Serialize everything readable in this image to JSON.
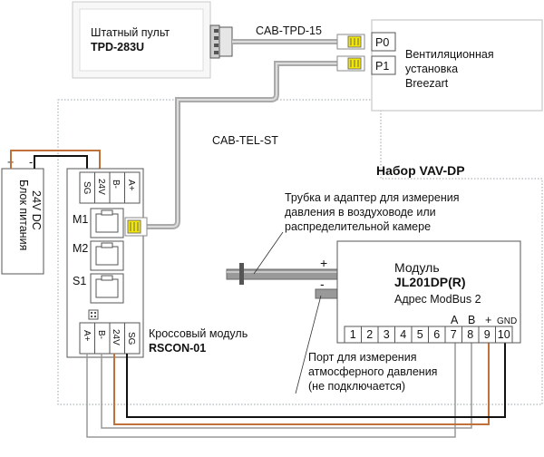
{
  "remote": {
    "line1": "Штатный пульт",
    "line2": "TPD-283U"
  },
  "cable_tpd": "CAB-TPD-15",
  "cable_tel": "CAB-TEL-ST",
  "vent": {
    "line1": "Вентиляционная",
    "line2": "установка",
    "line3": "Breezart",
    "port0": "P0",
    "port1": "P1"
  },
  "psu": {
    "line1": "Блок питания",
    "line2": "24V DC",
    "plus": "+",
    "minus": "-"
  },
  "kit_label": "Набор VAV-DP",
  "rscon": {
    "top_terms": [
      "SG",
      "24V",
      "B-",
      "A+"
    ],
    "bottom_terms": [
      "A+",
      "B-",
      "24V",
      "SG"
    ],
    "ports": [
      "M1",
      "M2",
      "S1"
    ],
    "line1": "Кроссовый модуль",
    "line2": "RSCON-01"
  },
  "tube_note": {
    "line1": "Трубка и адаптер для измерения",
    "line2": "давления в воздуховоде или",
    "line3": "распределительной камере"
  },
  "module": {
    "line1": "Модуль",
    "line2": "JL201DP(R)",
    "line3": "Адрес ModBus 2",
    "terminals": [
      "1",
      "2",
      "3",
      "4",
      "5",
      "6",
      "7",
      "8",
      "9",
      "10"
    ],
    "term_labels": [
      "A",
      "B",
      "+",
      "GND"
    ],
    "plus": "+",
    "minus": "-"
  },
  "port_note": {
    "line1": "Порт для измерения",
    "line2": "атмосферного давления",
    "line3": "(не подключается)"
  },
  "colors": {
    "brown": "#c0713a",
    "black": "#111111",
    "gray": "#999999",
    "dotted": "#9aa3aa"
  }
}
